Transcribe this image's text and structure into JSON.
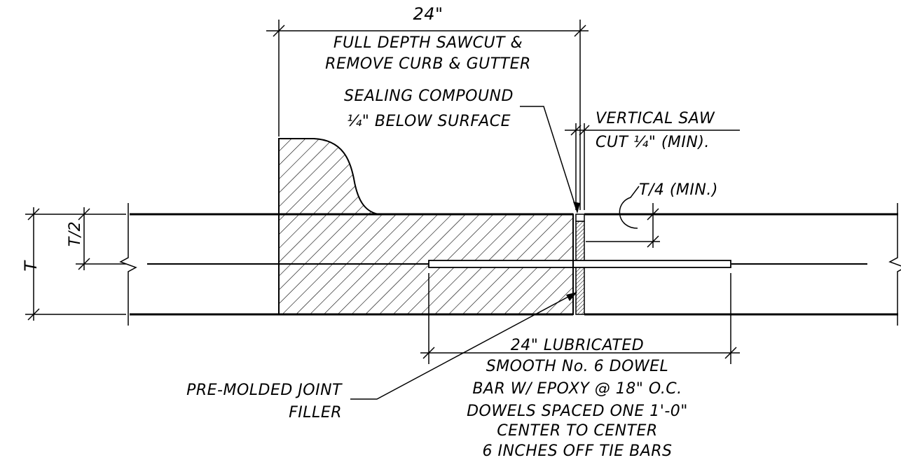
{
  "labels": {
    "width_dim": "24\"",
    "sawcut_line1": "FULL DEPTH SAWCUT &",
    "sawcut_line2": "REMOVE CURB & GUTTER",
    "sealing_line1": "SEALING COMPOUND",
    "sealing_line2": "¼\" BELOW SURFACE",
    "vertical_line1": "VERTICAL SAW",
    "vertical_line2": "CUT ¼\" (MIN).",
    "t4": "T/4 (MIN.)",
    "t_dim": "T",
    "t_half_dim": "T/2",
    "dowel_line1": "24\" LUBRICATED",
    "dowel_line2": "SMOOTH No. 6 DOWEL",
    "dowel_line3": "BAR W/ EPOXY @ 18\" O.C.",
    "dowel_line4": "DOWELS SPACED ONE 1'-0\"",
    "dowel_line5": "CENTER TO CENTER",
    "dowel_line6": "6 INCHES OFF TIE BARS",
    "filler_line1": "PRE-MOLDED JOINT",
    "filler_line2": "FILLER"
  },
  "colors": {
    "ink": "#000000",
    "background": "#ffffff"
  }
}
